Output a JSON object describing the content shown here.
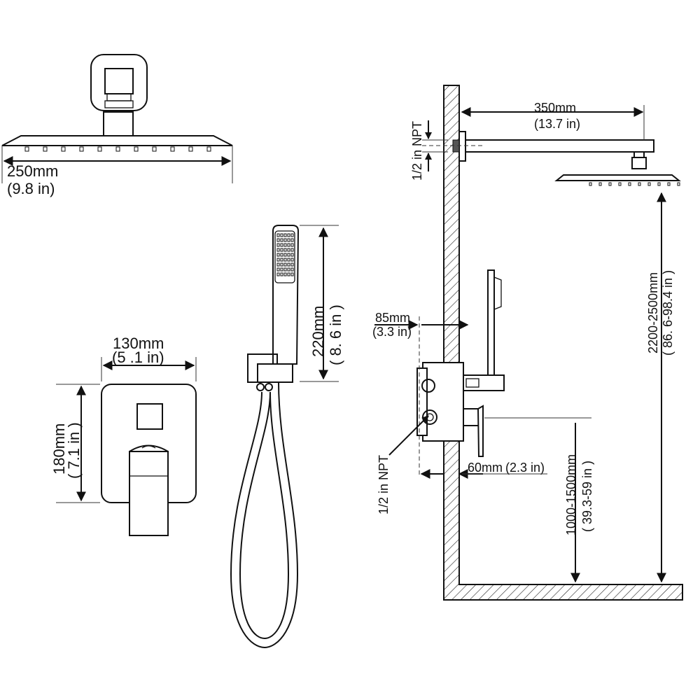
{
  "showerhead_top": {
    "width_mm": "250mm",
    "width_in": "(9.8  in)"
  },
  "hand_shower": {
    "height_mm": "220mm",
    "height_in": "( 8. 6  in )"
  },
  "valve_trim": {
    "width_mm": "130mm",
    "width_in": "(5 .1 in)",
    "height_mm": "180mm",
    "height_in": "( 7.1 in )"
  },
  "side_view": {
    "arm_length_mm": "350mm",
    "arm_length_in": "(13.7 in)",
    "inlet_npt": "1/2  in NPT",
    "depth_mm": "85mm",
    "depth_in": "(3.3 in)",
    "outlet_npt": "1/2 in NPT",
    "min_depth_mm": "60mm",
    "min_depth_in": "(2.3 in)",
    "head_height_mm": "2200-2500mm",
    "head_height_in": "( 86. 6-98.4  in )",
    "valve_height_mm": "1000-1500mm",
    "valve_height_in": "( 39.3-59  in )"
  }
}
